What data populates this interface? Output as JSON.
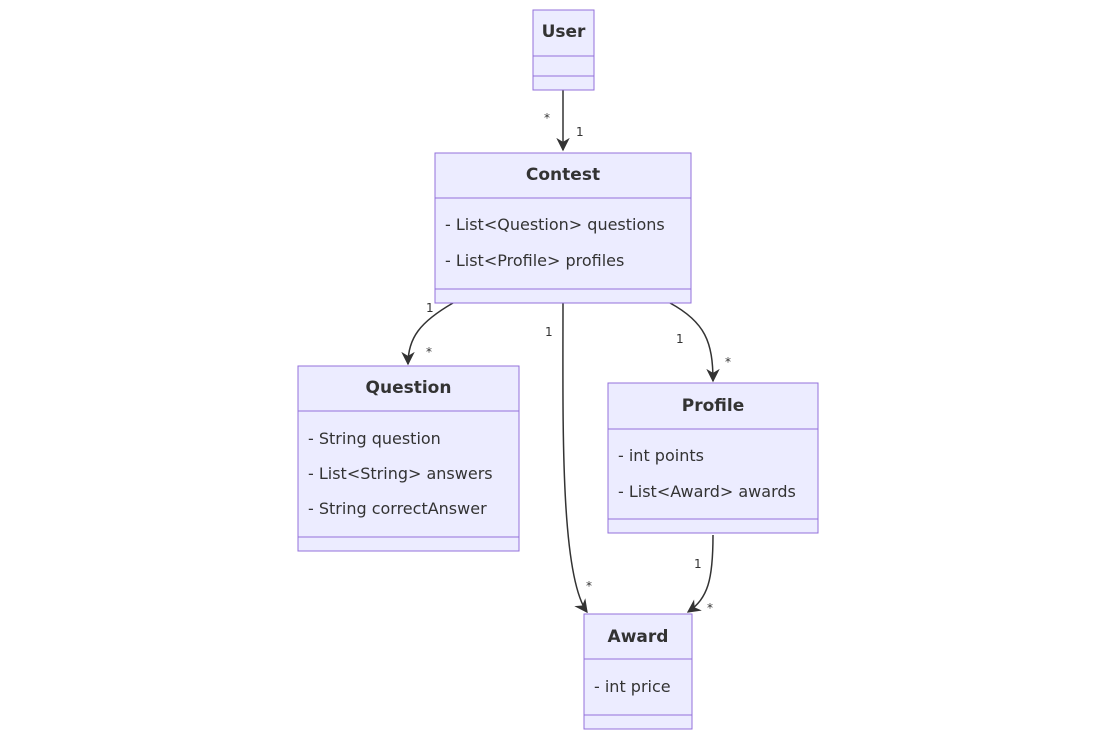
{
  "classes": {
    "user": {
      "name": "User",
      "attributes": []
    },
    "contest": {
      "name": "Contest",
      "attributes": [
        "- List<Question> questions",
        "- List<Profile> profiles"
      ]
    },
    "question": {
      "name": "Question",
      "attributes": [
        "- String question",
        "- List<String> answers",
        "- String correctAnswer"
      ]
    },
    "profile": {
      "name": "Profile",
      "attributes": [
        "- int points",
        "- List<Award> awards"
      ]
    },
    "award": {
      "name": "Award",
      "attributes": [
        "- int price"
      ]
    }
  },
  "relations": [
    {
      "from": "User",
      "to": "Contest",
      "from_mult": "*",
      "to_mult": "1"
    },
    {
      "from": "Contest",
      "to": "Question",
      "from_mult": "1",
      "to_mult": "*"
    },
    {
      "from": "Contest",
      "to": "Award",
      "from_mult": "1",
      "to_mult": "*"
    },
    {
      "from": "Contest",
      "to": "Profile",
      "from_mult": "1",
      "to_mult": "*"
    },
    {
      "from": "Profile",
      "to": "Award",
      "from_mult": "1",
      "to_mult": "*"
    }
  ],
  "colors": {
    "box_fill": "#ececff",
    "box_stroke": "#9370db",
    "text": "#333333",
    "edge": "#333333"
  }
}
